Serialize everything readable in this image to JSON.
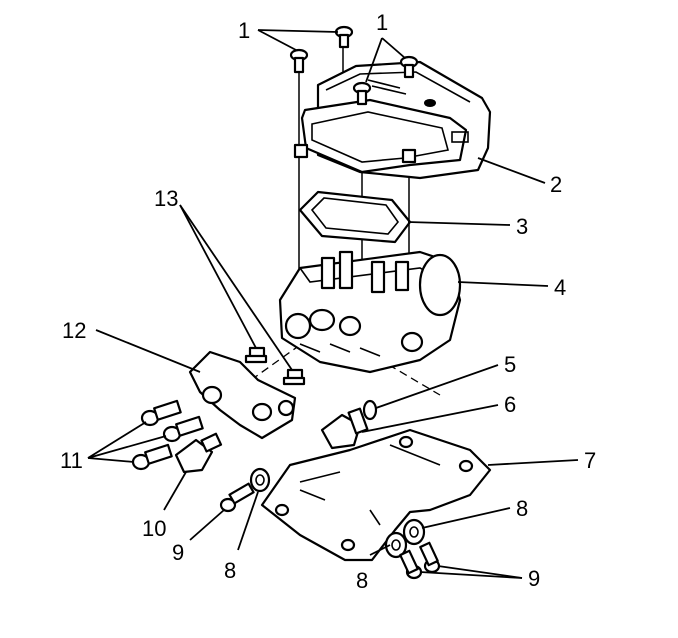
{
  "callouts": {
    "c1a": "1",
    "c1b": "1",
    "c2": "2",
    "c3": "3",
    "c4": "4",
    "c5": "5",
    "c6": "6",
    "c7": "7",
    "c8a": "8",
    "c8b": "8",
    "c8c": "8",
    "c9a": "9",
    "c9b": "9",
    "c10": "10",
    "c11": "11",
    "c12": "12",
    "c13": "13"
  }
}
